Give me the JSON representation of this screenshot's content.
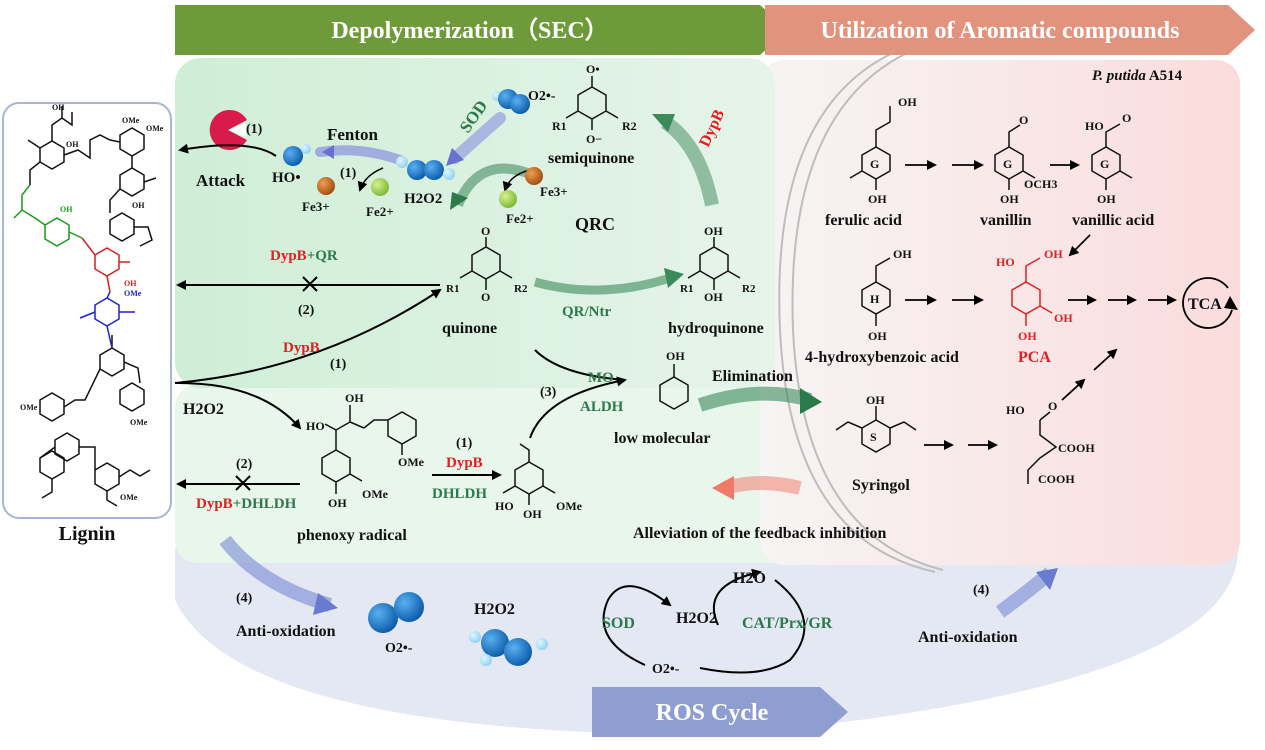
{
  "banners": {
    "depolymerization": "Depolymerization（SEC）",
    "utilization": "Utilization of Aromatic compounds",
    "ros_cycle": "ROS  Cycle"
  },
  "lignin": {
    "label": "Lignin",
    "methoxy_label": "OMe",
    "hydroxyl_label": "OH"
  },
  "fenton": {
    "title": "Fenton",
    "attack": "Attack",
    "hydroxyl_radical": "HO•",
    "step_1a": "(1)",
    "step_1b": "(1)",
    "fe3": "Fe3+",
    "fe2": "Fe2+",
    "h2o2": "H2O2",
    "sod": "SOD",
    "superoxide": "O2•-"
  },
  "qrc": {
    "label": "QRC",
    "semiquinone": "semiquinone",
    "semiquinone_o_radical": "O•",
    "semiquinone_o_minus": "O−",
    "r1": "R1",
    "r2": "R2",
    "dypb": "DypB",
    "fe3": "Fe3+",
    "fe2": "Fe2+",
    "quinone": "quinone",
    "hydroquinone": "hydroquinone",
    "qr_ntr": "QR/Ntr",
    "oh": "OH",
    "o": "O"
  },
  "reactions": {
    "dypb_qr_enzyme": "DypB",
    "dypb_qr_plus": "+QR",
    "step_2_top": "(2)",
    "dypb_red": "DypB",
    "step_1_mid": "(1)",
    "h2o2": "H2O2",
    "step_2_low": "(2)",
    "dypb_dhldh_enzyme": "DypB",
    "dypb_dhldh_plus": "+DHLDH",
    "phenoxy_radical": "phenoxy radical",
    "ome": "OMe",
    "oh": "OH",
    "ho": "HO",
    "step_1_low": "(1)",
    "dypb_low": "DypB",
    "dhldh": "DHLDH",
    "step_3": "(3)",
    "mo": "MO",
    "aldh": "ALDH",
    "low_molecular": "low molecular",
    "elimination": "Elimination",
    "alleviation": "Alleviation of the feedback inhibition"
  },
  "utilization": {
    "strain_italic": "P. putida",
    "strain_code": "A514",
    "ferulic_acid": "ferulic acid",
    "vanillin": "vanillin",
    "vanillic_acid": "vanillic acid",
    "hydroxybenzoic": "4-hydroxybenzoic acid",
    "pca": "PCA",
    "tca": "TCA",
    "syringol": "Syringol",
    "cooh": "COOH",
    "ho": "HO",
    "oh": "OH",
    "o": "O",
    "och3": "OCH3",
    "ring_g": "G",
    "ring_h": "H",
    "ring_s": "S"
  },
  "ros": {
    "step_4_left": "(4)",
    "anti_oxidation_left": "Anti-oxidation",
    "superoxide": "O2•-",
    "h2o2": "H2O2",
    "sod": "SOD",
    "h2o2_center": "H2O2",
    "h2o": "H2O",
    "cat_prx_gr": "CAT/Prx/GR",
    "superoxide_bottom": "O2•-",
    "step_4_right": "(4)",
    "anti_oxidation_right": "Anti-oxidation"
  },
  "colors": {
    "green_banner": "#6e9a3a",
    "pink_banner": "#e2937e",
    "blue_banner": "#8e9ed0",
    "green_panel": "#d4efda",
    "light_green_panel": "#e9f6ec",
    "pink_panel": "#fbe3e2",
    "ros_panel": "#e3e8f3",
    "enzyme_red": "#e02020",
    "enzyme_green": "#2a7a4a",
    "molecule_blue": "#1d6fc0",
    "fe3_brown": "#c46a1c",
    "fe2_green": "#8ccc3c"
  }
}
